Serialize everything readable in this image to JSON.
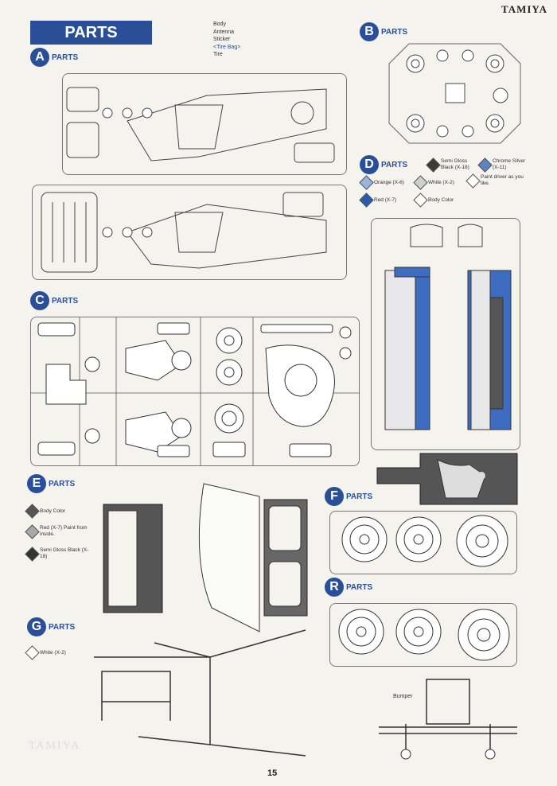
{
  "brand": "TAMIYA",
  "header": {
    "title": "PARTS"
  },
  "parts_list": [
    "Body",
    "Antenna",
    "Sticker",
    "Tire Bag",
    "Tire"
  ],
  "sections": {
    "A": {
      "letter": "A",
      "label": "PARTS"
    },
    "B": {
      "letter": "B",
      "label": "PARTS"
    },
    "C": {
      "letter": "C",
      "label": "PARTS"
    },
    "D": {
      "letter": "D",
      "label": "PARTS"
    },
    "E": {
      "letter": "E",
      "label": "PARTS"
    },
    "F": {
      "letter": "F",
      "label": "PARTS"
    },
    "R": {
      "letter": "R",
      "label": "PARTS"
    },
    "G": {
      "letter": "G",
      "label": "PARTS"
    }
  },
  "paint_d": [
    {
      "text": "Semi Gloss Black (X-18)",
      "color": "#3a3a3a"
    },
    {
      "text": "Chrome Silver (X-11)",
      "color": "#5c84c4"
    },
    {
      "text": "Orange (X-6)",
      "color": "#9ab4dc"
    },
    {
      "text": "White (X-2)",
      "color": "#cfcfcf"
    },
    {
      "text": "Paint driver as you like.",
      "color": "#ffffff"
    },
    {
      "text": "Red (X-7)",
      "color": "#2a5aa8"
    },
    {
      "text": "Body Color",
      "color": "#ffffff"
    }
  ],
  "paint_e": [
    {
      "text": "Body Color",
      "color": "#555555"
    },
    {
      "text": "Red (X-7) Paint from inside.",
      "color": "#a8a8a8"
    },
    {
      "text": "Semi Gloss Black (X-18)",
      "color": "#333333"
    }
  ],
  "paint_g": [
    {
      "text": "White (X-2)",
      "color": "#ffffff"
    }
  ],
  "bumper_label": "Bumper",
  "page_number": "15",
  "watermark": "TAMIYA"
}
